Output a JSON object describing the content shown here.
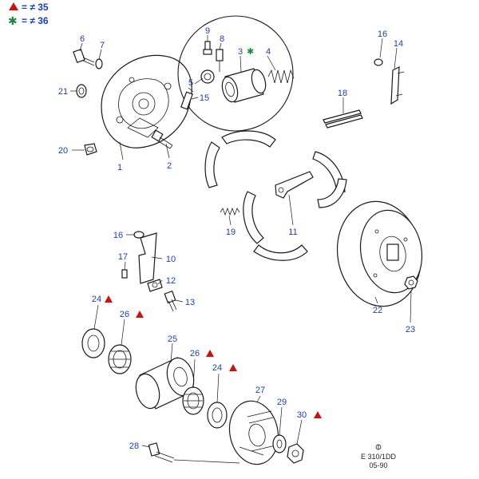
{
  "legend": {
    "triangle_value": "= ≠ 35",
    "star_value": "= ≠ 36",
    "triangle_color": "#cc1111",
    "star_color": "#1a8a3a"
  },
  "callouts": [
    {
      "id": "c1",
      "label": "1"
    },
    {
      "id": "c2",
      "label": "2"
    },
    {
      "id": "c3",
      "label": "3",
      "mark": "star"
    },
    {
      "id": "c4",
      "label": "4"
    },
    {
      "id": "c5",
      "label": "5"
    },
    {
      "id": "c6",
      "label": "6"
    },
    {
      "id": "c7",
      "label": "7"
    },
    {
      "id": "c8",
      "label": "8"
    },
    {
      "id": "c9",
      "label": "9"
    },
    {
      "id": "c10",
      "label": "10"
    },
    {
      "id": "c11",
      "label": "11"
    },
    {
      "id": "c12",
      "label": "12"
    },
    {
      "id": "c13",
      "label": "13"
    },
    {
      "id": "c14",
      "label": "14"
    },
    {
      "id": "c15",
      "label": "15"
    },
    {
      "id": "c16a",
      "label": "16"
    },
    {
      "id": "c16b",
      "label": "16"
    },
    {
      "id": "c17",
      "label": "17"
    },
    {
      "id": "c18",
      "label": "18"
    },
    {
      "id": "c19",
      "label": "19"
    },
    {
      "id": "c20",
      "label": "20"
    },
    {
      "id": "c21",
      "label": "21"
    },
    {
      "id": "c22",
      "label": "22"
    },
    {
      "id": "c23",
      "label": "23"
    },
    {
      "id": "c24a",
      "label": "24",
      "mark": "triangle"
    },
    {
      "id": "c24b",
      "label": "24",
      "mark": "triangle"
    },
    {
      "id": "c25",
      "label": "25"
    },
    {
      "id": "c26a",
      "label": "26",
      "mark": "triangle"
    },
    {
      "id": "c26b",
      "label": "26",
      "mark": "triangle"
    },
    {
      "id": "c27",
      "label": "27"
    },
    {
      "id": "c28",
      "label": "28"
    },
    {
      "id": "c29",
      "label": "29"
    },
    {
      "id": "c30",
      "label": "30",
      "mark": "triangle"
    }
  ],
  "drawing_code": {
    "line1": "E 310/1DD",
    "line2": "05-90"
  }
}
